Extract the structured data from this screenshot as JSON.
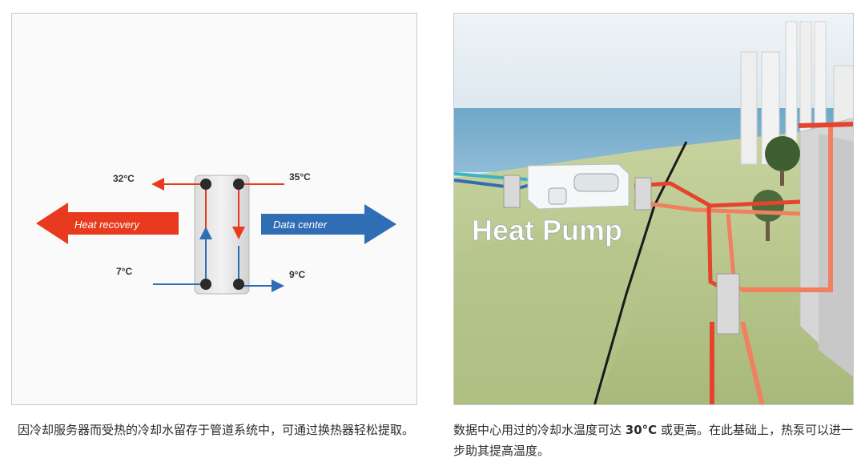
{
  "left_diagram": {
    "labels": {
      "top_left_temp": "32°C",
      "top_right_temp": "35°C",
      "bottom_left_temp": "7°C",
      "bottom_right_temp": "9°C",
      "heat_recovery": "Heat recovery",
      "data_center": "Data center"
    },
    "colors": {
      "hot": "#e83a1e",
      "cold": "#2f6db4"
    },
    "caption": "因冷却服务器而受热的冷却水留存于管道系统中，可通过换热器轻松提取。"
  },
  "right_diagram": {
    "label": "Heat Pump",
    "caption": {
      "before": "数据中心用过的冷却水温度可达 ",
      "bold": "30°C",
      "after": " 或更高。在此基础上，热泵可以进一步助其提高温度。"
    }
  }
}
